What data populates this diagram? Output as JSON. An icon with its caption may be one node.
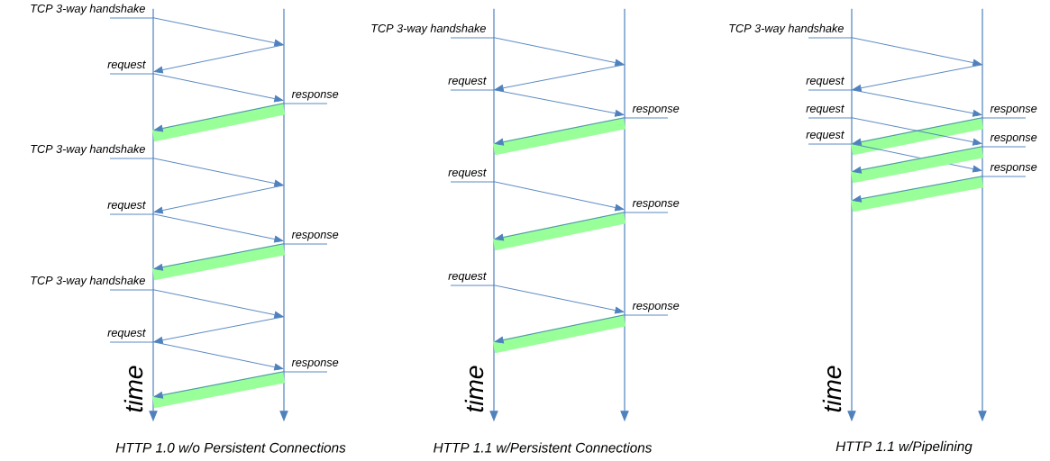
{
  "diagram": {
    "nodes": [
      {
        "text": [],
        "shape": "line"
      },
      {
        "text": [],
        "shape": "line"
      },
      {
        "text": [],
        "shape": "line"
      },
      {
        "text": [],
        "shape": "line"
      },
      {
        "text": [],
        "shape": "line"
      },
      {
        "text": [],
        "shape": "line"
      }
    ],
    "edges": [
      {
        "from": 0,
        "to": 1,
        "arrow": "to",
        "label": "TCP 3-way handshake"
      },
      {
        "from": 1,
        "to": 0,
        "arrow": "to"
      },
      {
        "from": 0,
        "to": 1,
        "arrow": "to",
        "label": "request"
      },
      {
        "from": 1,
        "to": 0,
        "arrow": "to",
        "label": "response",
        "style": "thick",
        "color": "#99ff99"
      },
      {
        "from": 0,
        "to": 1,
        "arrow": "to",
        "label": "TCP 3-way handshake"
      },
      {
        "from": 1,
        "to": 0,
        "arrow": "to"
      },
      {
        "from": 0,
        "to": 1,
        "arrow": "to",
        "label": "request"
      },
      {
        "from": 1,
        "to": 0,
        "arrow": "to",
        "label": "response",
        "style": "thick",
        "color": "#99ff99"
      },
      {
        "from": 0,
        "to": 1,
        "arrow": "to",
        "label": "TCP 3-way handshake"
      },
      {
        "from": 1,
        "to": 0,
        "arrow": "to"
      },
      {
        "from": 0,
        "to": 1,
        "arrow": "to",
        "label": "request"
      },
      {
        "from": 1,
        "to": 0,
        "arrow": "to",
        "label": "response",
        "style": "thick",
        "color": "#99ff99"
      },
      {
        "from": 2,
        "to": 3,
        "arrow": "to",
        "label": "TCP 3-way handshake"
      },
      {
        "from": 3,
        "to": 2,
        "arrow": "to"
      },
      {
        "from": 2,
        "to": 3,
        "arrow": "to",
        "label": "request"
      },
      {
        "from": 3,
        "to": 2,
        "arrow": "to",
        "label": "response",
        "style": "thick",
        "color": "#99ff99"
      },
      {
        "from": 2,
        "to": 3,
        "arrow": "to",
        "label": "request"
      },
      {
        "from": 3,
        "to": 2,
        "arrow": "to",
        "label": "response",
        "style": "thick",
        "color": "#99ff99"
      },
      {
        "from": 2,
        "to": 3,
        "arrow": "to",
        "label": "request"
      },
      {
        "from": 3,
        "to": 2,
        "arrow": "to",
        "label": "response",
        "style": "thick",
        "color": "#99ff99"
      },
      {
        "from": 4,
        "to": 5,
        "arrow": "to",
        "label": "TCP 3-way handshake"
      },
      {
        "from": 5,
        "to": 4,
        "arrow": "to"
      },
      {
        "from": 4,
        "to": 5,
        "arrow": "to",
        "label": "request"
      },
      {
        "from": 5,
        "to": 4,
        "arrow": "to",
        "label": "response",
        "style": "thick",
        "color": "#99ff99"
      },
      {
        "from": 4,
        "to": 5,
        "arrow": "to",
        "label": "request"
      },
      {
        "from": 4,
        "to": 5,
        "arrow": "to",
        "label": "request"
      },
      {
        "from": 5,
        "to": 4,
        "arrow": "to",
        "label": "response",
        "style": "thick",
        "color": "#99ff99"
      },
      {
        "from": 5,
        "to": 4,
        "arrow": "to",
        "label": "response",
        "style": "thick",
        "color": "#99ff99"
      }
    ],
    "labels": [
      "time",
      "time",
      "time",
      "HTTP 1.0 w/o Persistent Connections",
      "HTTP 1.1 w/Persistent Connections",
      "HTTP 1.1 w/Pipelining"
    ]
  }
}
